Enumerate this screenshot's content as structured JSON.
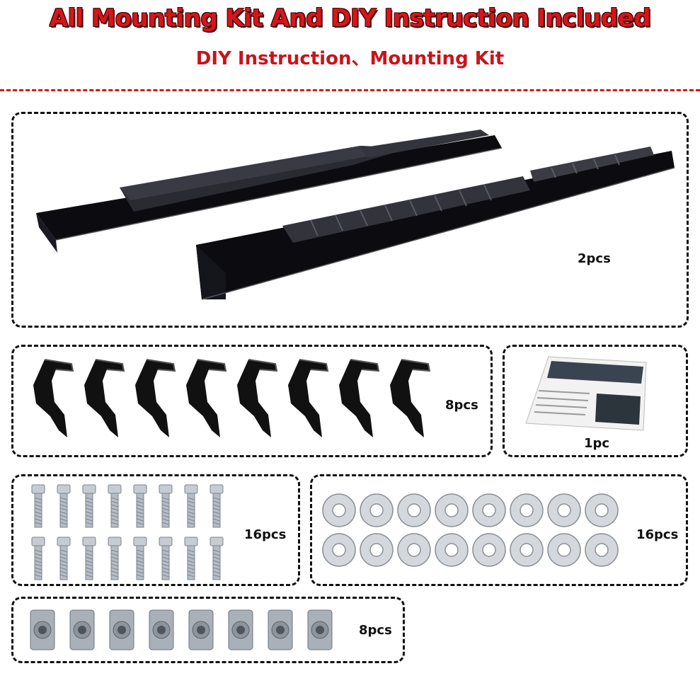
{
  "header": {
    "title": "All Mounting Kit And DIY Instruction Included",
    "subtitle": "DIY Instruction、Mounting Kit"
  },
  "panels": {
    "running_boards": {
      "qty": "2pcs"
    },
    "brackets": {
      "qty": "8pcs"
    },
    "instruction": {
      "qty": "1pc"
    },
    "bolts": {
      "qty": "16pcs"
    },
    "washers": {
      "qty": "16pcs"
    },
    "nuts": {
      "qty": "8pcs"
    }
  },
  "colors": {
    "title_red": "#d9141b",
    "line_red": "#d11a1a",
    "board": "#0b0b10",
    "metal": "#aeb4bb"
  }
}
